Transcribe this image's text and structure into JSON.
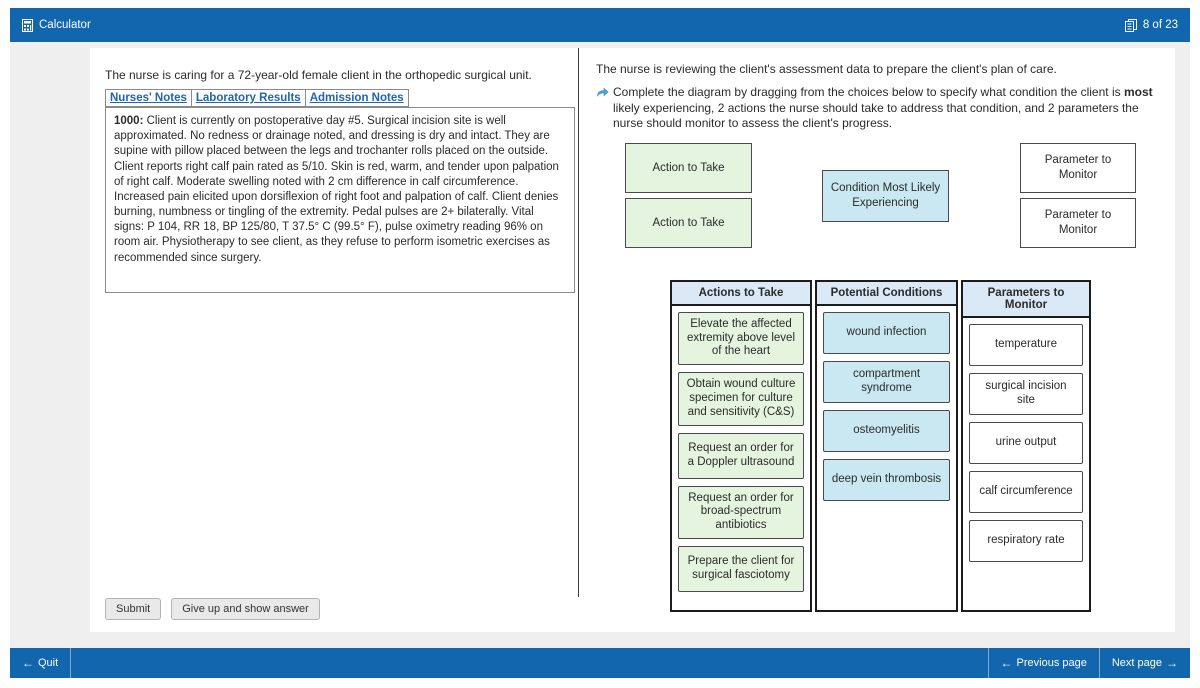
{
  "top_bar": {
    "calculator_label": "Calculator",
    "page_indicator": "8 of 23"
  },
  "left_panel": {
    "intro": "The nurse is caring for a 72-year-old female client in the orthopedic surgical unit.",
    "tabs": [
      {
        "label": "Nurses' Notes"
      },
      {
        "label": "Laboratory Results"
      },
      {
        "label": "Admission Notes"
      }
    ],
    "note_time": "1000:",
    "note_body": " Client is currently on postoperative day #5. Surgical incision site is well approximated. No redness or drainage noted, and dressing is dry and intact. They are supine with pillow placed between the legs and trochanter rolls placed on the outside. Client reports right calf pain rated as 5/10. Skin is red, warm, and tender upon palpation of right calf. Moderate swelling noted with 2 cm difference in calf circumference. Increased pain elicited upon dorsiflexion of right foot and palpation of calf. Client denies burning, numbness or tingling of the extremity. Pedal pulses are 2+ bilaterally. Vital signs: P 104, RR 18, BP 125/80, T 37.5° C (99.5° F), pulse oximetry reading 96% on room air. Physiotherapy to see client, as they refuse to perform isometric exercises as recommended since surgery.",
    "submit_label": "Submit",
    "give_up_label": "Give up and show answer"
  },
  "right_panel": {
    "intro": "The nurse is reviewing the client's assessment data to prepare the client's plan of care.",
    "instruction_pre": "Complete the diagram by dragging from the choices below to specify what condition the client is ",
    "instruction_bold": "most",
    "instruction_post": " likely experiencing, 2 actions the nurse should take to address that condition, and 2 parameters the nurse should monitor to assess the client's progress.",
    "diagram": {
      "action_slot_label": "Action to Take",
      "condition_slot_label": "Condition Most Likely Experiencing",
      "parameter_slot_label": "Parameter to Monitor"
    },
    "choices": {
      "actions": {
        "header": "Actions to Take",
        "items": [
          "Elevate the affected extremity above level of the heart",
          "Obtain wound culture specimen for culture and sensitivity (C&S)",
          "Request an order for a Doppler ultrasound",
          "Request an order for broad-spectrum antibiotics",
          "Prepare the client for surgical fasciotomy"
        ]
      },
      "conditions": {
        "header": "Potential Conditions",
        "items": [
          "wound infection",
          "compartment syndrome",
          "osteomyelitis",
          "deep vein thrombosis"
        ]
      },
      "parameters": {
        "header": "Parameters to Monitor",
        "items": [
          "temperature",
          "surgical incision site",
          "urine output",
          "calf circumference",
          "respiratory rate"
        ]
      }
    }
  },
  "bottom_bar": {
    "quit_arrow": "←",
    "quit_label": "Quit",
    "previous_arrow": "←",
    "previous_label": "Previous page",
    "next_label": "Next page",
    "next_arrow": "→"
  },
  "colors": {
    "bar_blue": "#1166ad",
    "action_green": "#e5f4df",
    "condition_blue": "#c9e8f2",
    "header_blue": "#dbe8f6",
    "link_blue": "#2166ac"
  }
}
